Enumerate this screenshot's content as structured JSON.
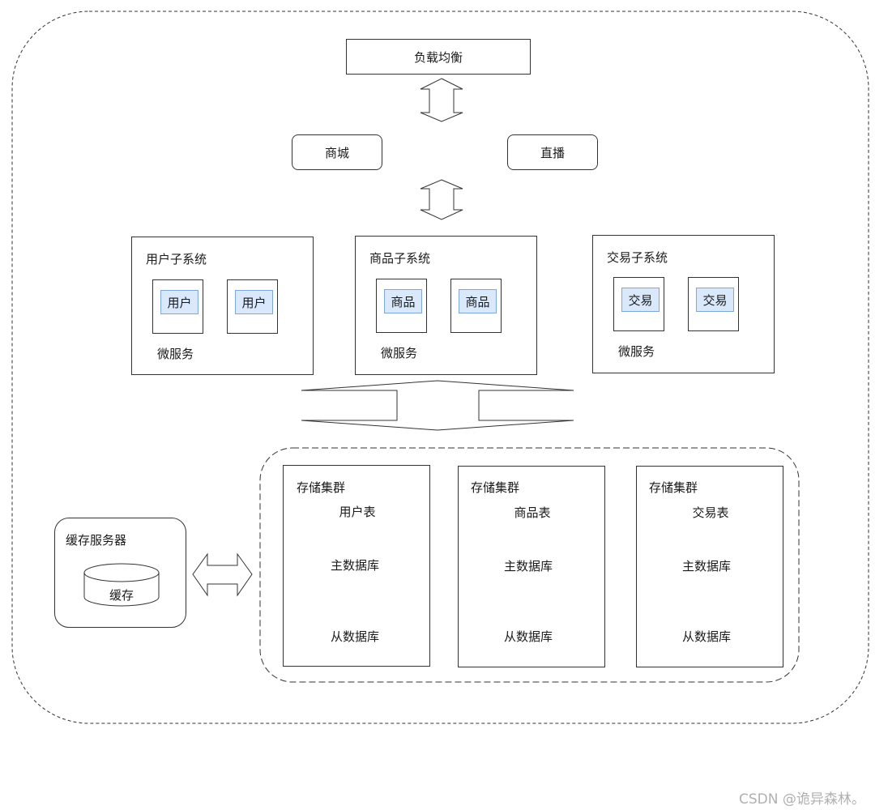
{
  "load_balancer": "负载均衡",
  "apps": {
    "mall": "商城",
    "live": "直播"
  },
  "subsystems": [
    {
      "title": "用户子系统",
      "services": [
        "用户",
        "用户"
      ],
      "caption": "微服务"
    },
    {
      "title": "商品子系统",
      "services": [
        "商品",
        "商品"
      ],
      "caption": "微服务"
    },
    {
      "title": "交易子系统",
      "services": [
        "交易",
        "交易"
      ],
      "caption": "微服务"
    }
  ],
  "cache": {
    "title": "缓存服务器",
    "db": "缓存"
  },
  "clusters": [
    {
      "title": "存储集群",
      "table": "用户表",
      "master": "主数据库",
      "slave": "从数据库"
    },
    {
      "title": "存储集群",
      "table": "商品表",
      "master": "主数据库",
      "slave": "从数据库"
    },
    {
      "title": "存储集群",
      "table": "交易表",
      "master": "主数据库",
      "slave": "从数据库"
    }
  ],
  "watermark": "CSDN @诡异森林。"
}
